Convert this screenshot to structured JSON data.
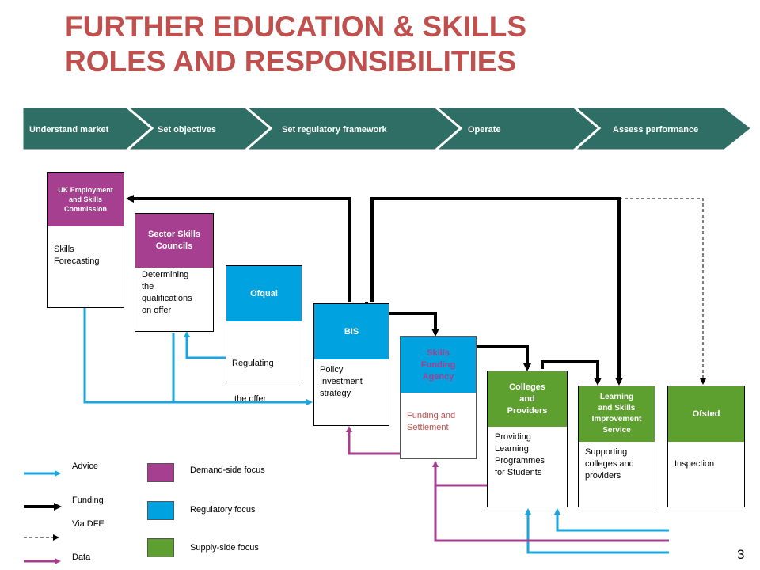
{
  "title": {
    "line1": "FURTHER EDUCATION & SKILLS",
    "line2": "ROLES AND RESPONSIBILITIES"
  },
  "process_stages": [
    "Understand  market",
    "Set objectives",
    "Set regulatory framework",
    "Operate",
    "Assess performance"
  ],
  "organisations": {
    "ukces": {
      "name_lines": [
        "UK Employment",
        "and Skills",
        "Commission"
      ],
      "role_lines": [
        "Skills",
        "Forecasting"
      ]
    },
    "ssc": {
      "name_lines": [
        "Sector Skills",
        "Councils"
      ],
      "role_lines": [
        "Determining",
        "the",
        "qualifications",
        "on offer"
      ]
    },
    "ofqual": {
      "name_lines": [
        "Ofqual"
      ],
      "role_lines": [
        "Regulating",
        " the offer"
      ]
    },
    "bis": {
      "name_lines": [
        "BIS"
      ],
      "role_lines": [
        "Policy",
        "Investment",
        "strategy"
      ]
    },
    "sfa": {
      "name_lines": [
        "Skills",
        "Funding",
        "Agency"
      ],
      "role_lines": [
        "Funding and",
        "Settlement"
      ]
    },
    "colleges": {
      "name_lines": [
        "Colleges",
        "and",
        "Providers"
      ],
      "role_lines": [
        "Providing",
        "Learning",
        "Programmes",
        "for Students"
      ]
    },
    "lsis": {
      "name_lines": [
        "Learning",
        "and Skills",
        "Improvement",
        "Service"
      ],
      "role_lines": [
        "Supporting",
        "colleges and",
        "providers"
      ]
    },
    "ofsted": {
      "name_lines": [
        "Ofsted"
      ],
      "role_lines": [
        "Inspection"
      ]
    }
  },
  "legend": {
    "lines": {
      "advice": "Advice",
      "funding": "Funding",
      "via_dfe": "Via DFE",
      "data": "Data"
    },
    "focus": {
      "demand": "Demand-side focus",
      "regulatory": "Regulatory focus",
      "supply": "Supply-side focus"
    }
  },
  "colors": {
    "title": "#c0504d",
    "banner": "#2f6e65",
    "demand": "#a63f8f",
    "regulatory": "#00a3df",
    "supply": "#5ea02f",
    "advice_line": "#1aa6dc",
    "funding_line": "#000000",
    "data_line": "#a63f8f",
    "sfa_text": "#c0504d"
  },
  "page_number": "3"
}
